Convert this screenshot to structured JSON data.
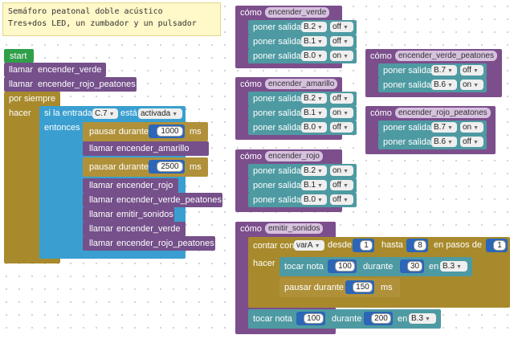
{
  "comment": {
    "line1": "Semáforo peatonal doble acústico",
    "line2": "Tres+dos LED, un zumbador y un pulsador"
  },
  "colors": {
    "procedure": "#7c4f8c",
    "control": "#a88a2c",
    "logic": "#3a9fd0",
    "io": "#4e9aa2",
    "start": "#2f9f4a"
  },
  "main": {
    "start": "start",
    "call_label": "llamar",
    "init_calls": [
      "encender_verde",
      "encender_rojo_peatones"
    ],
    "forever": "por siempre",
    "do": "hacer",
    "if_prefix": "si la entrada",
    "input_pin": "C.7",
    "is": "está",
    "state": "activada",
    "then": "entonces",
    "pause_label": "pausar durante",
    "ms": "ms",
    "pause1": "1000",
    "pause2": "2500",
    "then_calls": [
      "encender_amarillo",
      "encender_rojo",
      "encender_verde_peatones",
      "emitir_sonidos",
      "encender_verde",
      "encender_rojo_peatones"
    ]
  },
  "procedures": {
    "como": "cómo",
    "set_output": "poner salida",
    "encender_verde": {
      "name": "encender_verde",
      "rows": [
        [
          "B.2",
          "off"
        ],
        [
          "B.1",
          "off"
        ],
        [
          "B.0",
          "on"
        ]
      ]
    },
    "encender_amarillo": {
      "name": "encender_amarillo",
      "rows": [
        [
          "B.2",
          "off"
        ],
        [
          "B.1",
          "on"
        ],
        [
          "B.0",
          "off"
        ]
      ]
    },
    "encender_rojo": {
      "name": "encender_rojo",
      "rows": [
        [
          "B.2",
          "on"
        ],
        [
          "B.1",
          "off"
        ],
        [
          "B.0",
          "off"
        ]
      ]
    },
    "encender_verde_peatones": {
      "name": "encender_verde_peatones",
      "rows": [
        [
          "B.7",
          "off"
        ],
        [
          "B.6",
          "on"
        ]
      ]
    },
    "encender_rojo_peatones": {
      "name": "encender_rojo_peatones",
      "rows": [
        [
          "B.7",
          "on"
        ],
        [
          "B.6",
          "off"
        ]
      ]
    },
    "emitir_sonidos": {
      "name": "emitir_sonidos",
      "count_with": "contar con",
      "var": "varA",
      "from": "desde",
      "from_val": "1",
      "to": "hasta",
      "to_val": "8",
      "step": "en pasos de",
      "step_val": "1",
      "do": "hacer",
      "play_note": "tocar nota",
      "note_val": "100",
      "during": "durante",
      "during_val": "30",
      "on": "en",
      "pin": "B.3",
      "pause_label": "pausar durante",
      "pause_val": "150",
      "ms": "ms",
      "note2_val": "100",
      "during2_val": "200",
      "pin2": "B.3"
    }
  }
}
